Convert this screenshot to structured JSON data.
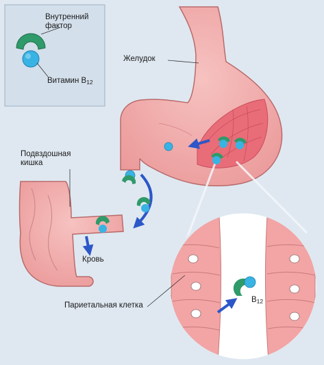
{
  "legend": {
    "intrinsic_factor": "Внутренний фактор",
    "intrinsic_factor_line1": "Внутренний",
    "intrinsic_factor_line2": "фактор",
    "vitamin_text": "Витамин B",
    "vitamin_sub": "12"
  },
  "labels": {
    "stomach": "Желудок",
    "ileum_line1": "Подвздошная",
    "ileum_line2": "кишка",
    "blood": "Кровь",
    "parietal_cell": "Париетальная клетка",
    "b12_text": "B",
    "b12_sub": "12"
  },
  "colors": {
    "background": "#dfe8f1",
    "tissue": "#f2a3a3",
    "tissue_outline": "#b86a6a",
    "intrinsic_factor": "#2f9a6a",
    "vitamin_b12": "#39b3e3",
    "arrow": "#2d57c8"
  }
}
